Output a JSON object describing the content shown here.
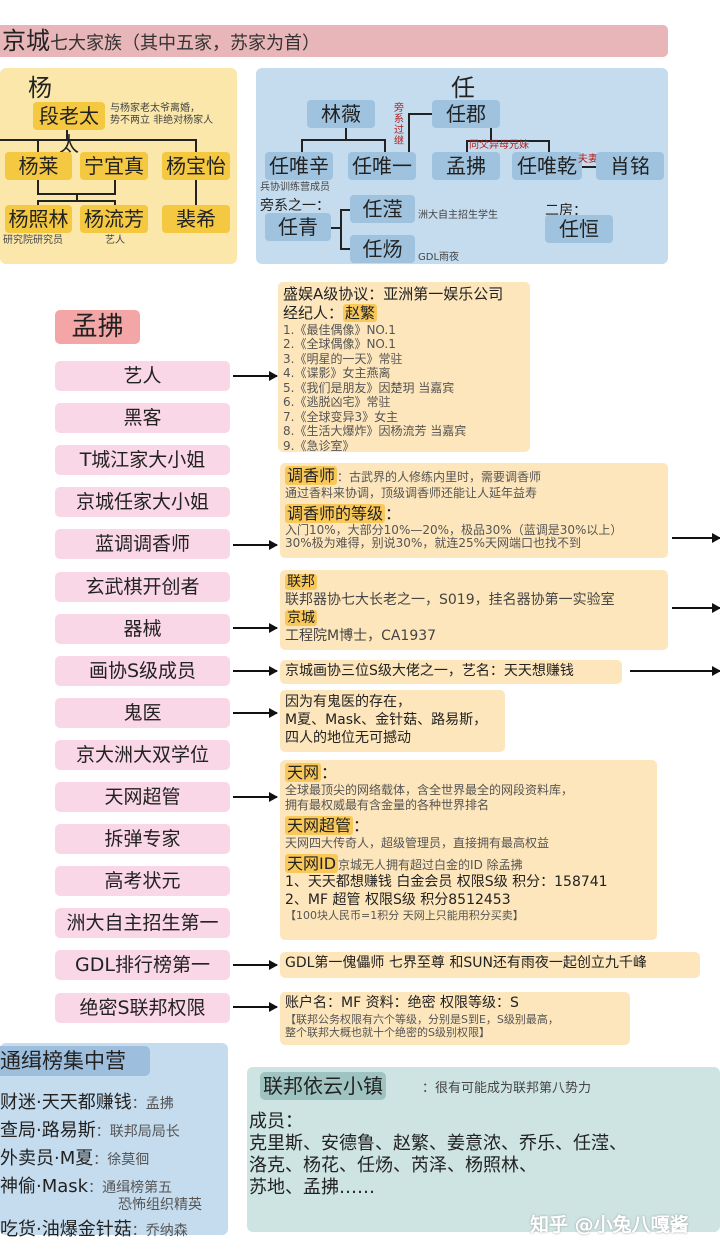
{
  "header": {
    "title_big": "京城",
    "title_small": "七大家族（其中五家，苏家为首）"
  },
  "yang": {
    "title": "杨",
    "root": "段老太太",
    "root_note": [
      "与杨家老太爷离婚，",
      "势不两立 非绝对杨家人"
    ],
    "gen2": [
      "杨莱",
      "宁宜真",
      "杨宝怡"
    ],
    "gen3": [
      "杨照林",
      "杨流芳",
      "裴希"
    ],
    "gen3_notes": [
      "研究院研究员",
      "艺人"
    ]
  },
  "ren": {
    "title": "任",
    "linwei": "林薇",
    "renjun": "任郡",
    "side_adopt": "旁系过继",
    "half_siblings": "同父异母兄妹",
    "spouse": "夫妻",
    "gen2": [
      "任唯辛",
      "任唯一",
      "孟拂",
      "任唯乾",
      "肖铭"
    ],
    "weixin_note": "兵协训练营成员",
    "side_label": "旁系之一：",
    "renqing": "任青",
    "renying": "任滢",
    "renyang": "任炀",
    "renying_note": "洲大自主招生学生",
    "renyang_note": "GDL雨夜",
    "second_label": "二房：",
    "renheng": "任恒"
  },
  "profile": {
    "name": "孟拂",
    "traits": [
      "艺人",
      "黑客",
      "T城江家大小姐",
      "京城任家大小姐",
      "蓝调调香师",
      "玄武棋开创者",
      "器械",
      "画协S级成员",
      "鬼医",
      "京大洲大双学位",
      "天网超管",
      "拆弹专家",
      "高考状元",
      "洲大自主招生第一",
      "GDL排行榜第一",
      "绝密S联邦权限"
    ]
  },
  "artist": {
    "line1": "盛娱A级协议：亚洲第一娱乐公司",
    "agent_label": "经纪人：",
    "agent": "赵繁",
    "works": [
      "1.《最佳偶像》NO.1",
      "2.《全球偶像》NO.1",
      "3.《明星的一天》常驻",
      "4.《谍影》女主燕离",
      "5.《我们是朋友》因楚玥 当嘉宾",
      "6.《逃脱凶宅》常驻",
      "7.《全球变异3》女主",
      "8.《生活大爆炸》因杨流芳 当嘉宾",
      "9.《急诊室》"
    ]
  },
  "perfumer": {
    "h1": "调香师",
    "t1": "：古武界的人修练内里时，需要调香师",
    "t1b": "通过香料来协调，顶级调香师还能让人延年益寿",
    "h2": "调香师的等级",
    "h2b": "：",
    "t2": "入门10%，大部分10%—20%，极品30%（蓝调是30%以上）",
    "t2b": "30%极为难得，别说30%，就连25%天网端口也找不到"
  },
  "device": {
    "h1": "联邦",
    "t1": "联邦器协七大长老之一，S019，挂名器协第一实验室",
    "h2": "京城",
    "t2": "工程院M博士，CA1937"
  },
  "painting": {
    "text": "京城画协三位S级大佬之一，艺名：天天想赚钱"
  },
  "doctor": {
    "lines": [
      "因为有鬼医的存在，",
      "M夏、Mask、金针菇、路易斯，",
      "四人的地位无可撼动"
    ]
  },
  "skynet": {
    "h1": "天网",
    "t1": [
      "全球最顶尖的网络载体，含全世界最全的网段资料库，",
      "拥有最权威最有含金量的各种世界排名"
    ],
    "h2": "天网超管",
    "t2": "天网四大传奇人，超级管理员，直接拥有最高权益",
    "h3": "天网ID",
    "t3": "京城无人拥有超过白金的ID 除孟拂",
    "ids": [
      "1、天天都想赚钱 白金会员 权限S级 积分：158741",
      "2、MF 超管 权限S级 积分8512453"
    ],
    "note": "【100块人民币=1积分 天网上只能用积分买卖】",
    "colon": "："
  },
  "gdl": {
    "text": "GDL第一傀儡师 七界至尊 和SUN还有雨夜一起创立九千峰"
  },
  "federal": {
    "line1": "账户名：MF  资料：绝密  权限等级：S",
    "note": [
      "【联邦公务权限有六个等级，分别是S到E，S级别最高，",
      "整个联邦大概也就十个绝密的S级别权限】"
    ]
  },
  "wanted": {
    "title": "通缉榜集中营",
    "rows": [
      {
        "main": "财迷·天天都赚钱",
        "sub": "：孟拂"
      },
      {
        "main": "查局·路易斯",
        "sub": "：联邦局局长"
      },
      {
        "main": "外卖员·M夏",
        "sub": "：徐莫徊"
      },
      {
        "main": "神偷·Mask",
        "sub": "：通缉榜第五"
      },
      {
        "main": "",
        "sub": "恐怖组织精英"
      },
      {
        "main": "吃货·油爆金针菇",
        "sub": "：乔纳森"
      }
    ]
  },
  "town": {
    "title": "联邦依云小镇",
    "desc": "：很有可能成为联邦第八势力",
    "members_label": "成员：",
    "members": [
      "克里斯、安德鲁、赵繁、姜意浓、乔乐、任滢、",
      "洛克、杨花、任炀、芮泽、杨照林、",
      "苏地、孟拂……"
    ]
  },
  "watermark": "知乎 @小兔八嘎酱",
  "colors": {
    "header": "#e8b6b9",
    "yang": "#fae7a9",
    "ren": "#c5dcef",
    "trait": "#fad7e6",
    "note": "#fde6bb"
  }
}
